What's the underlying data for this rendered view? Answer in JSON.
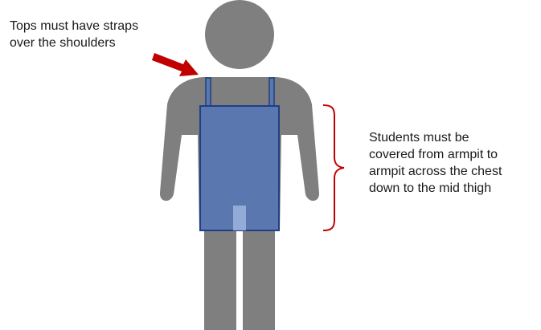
{
  "annotations": {
    "straps_note": [
      "Tops must have straps",
      "over the shoulders"
    ],
    "coverage_note": [
      "Students must be",
      "covered from armpit to",
      "armpit across the chest",
      "down to the mid thigh"
    ]
  },
  "colors": {
    "body": "#7f7f7f",
    "garment_fill": "#5a77b0",
    "garment_outline": "#1f3f82",
    "highlight": "#9db4de",
    "arrow": "#c00000",
    "brace": "#c00000"
  }
}
